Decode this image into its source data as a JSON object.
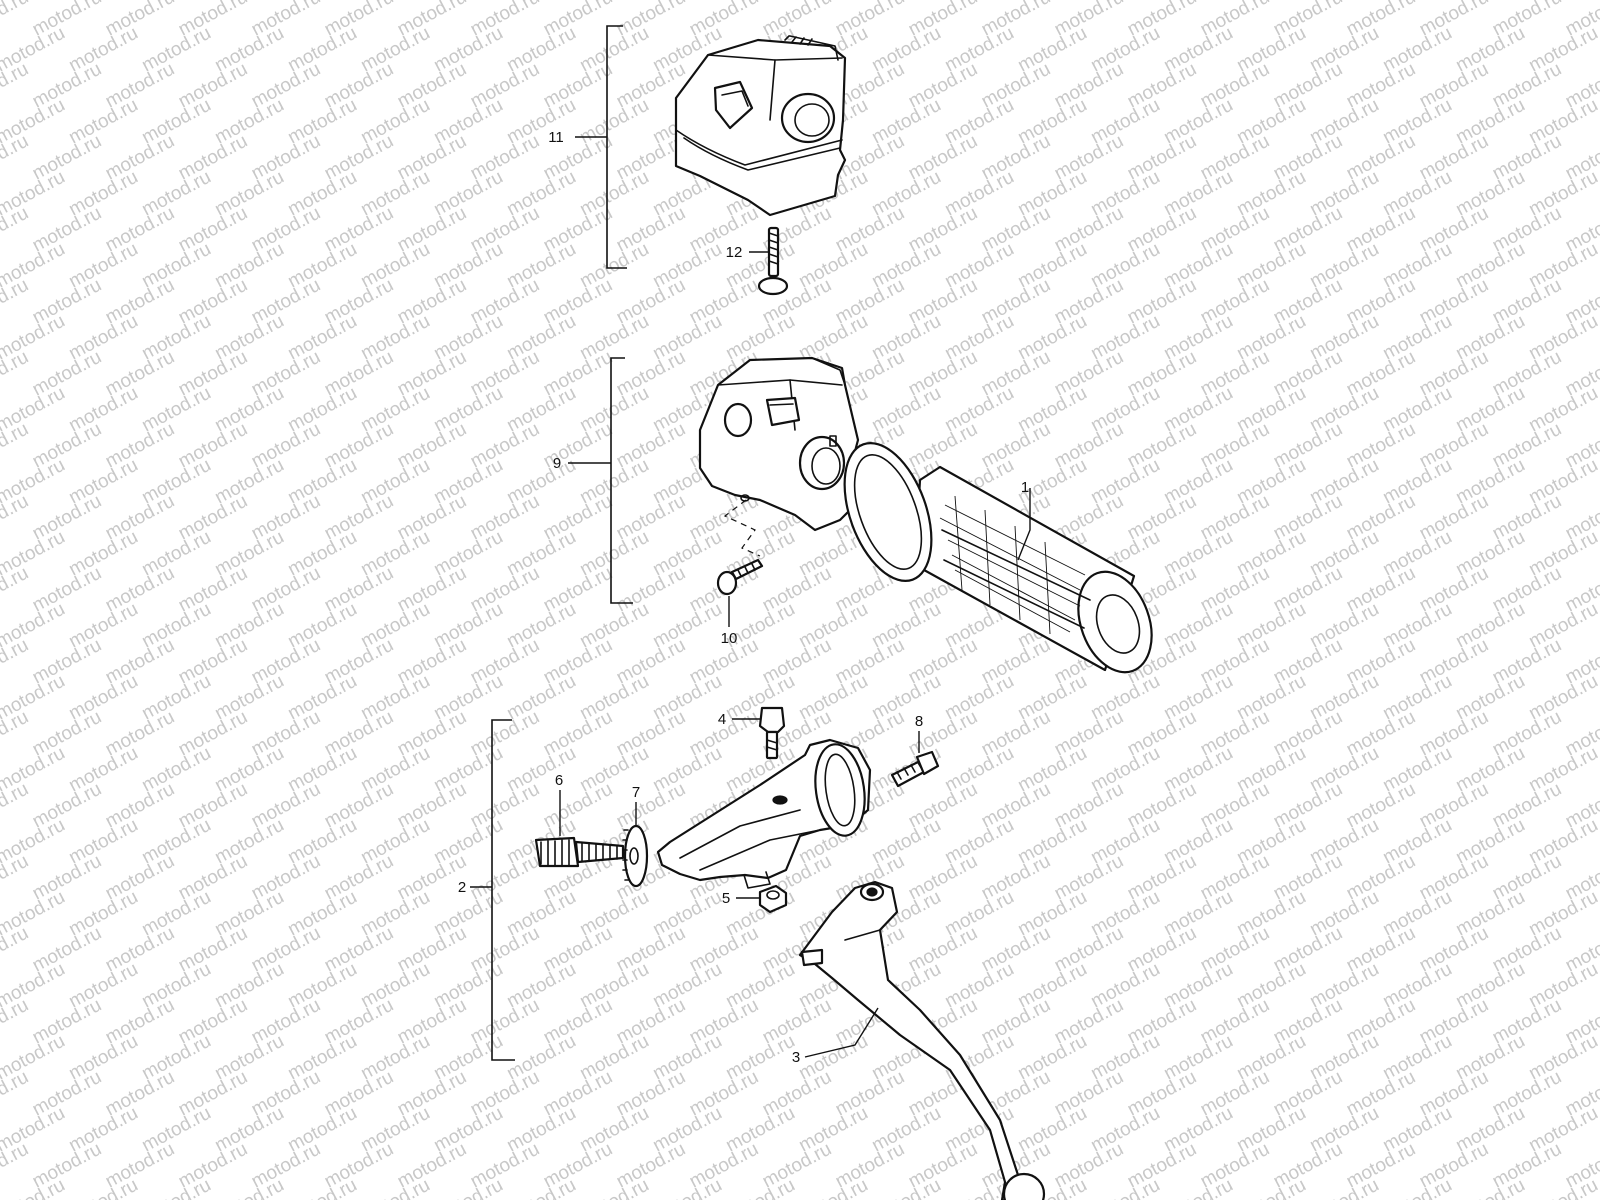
{
  "watermark": "motod.ru",
  "callouts": {
    "c1": "1",
    "c2": "2",
    "c3": "3",
    "c4": "4",
    "c5": "5",
    "c6": "6",
    "c7": "7",
    "c8": "8",
    "c9": "9",
    "c10": "10",
    "c11": "11",
    "c12": "12"
  }
}
